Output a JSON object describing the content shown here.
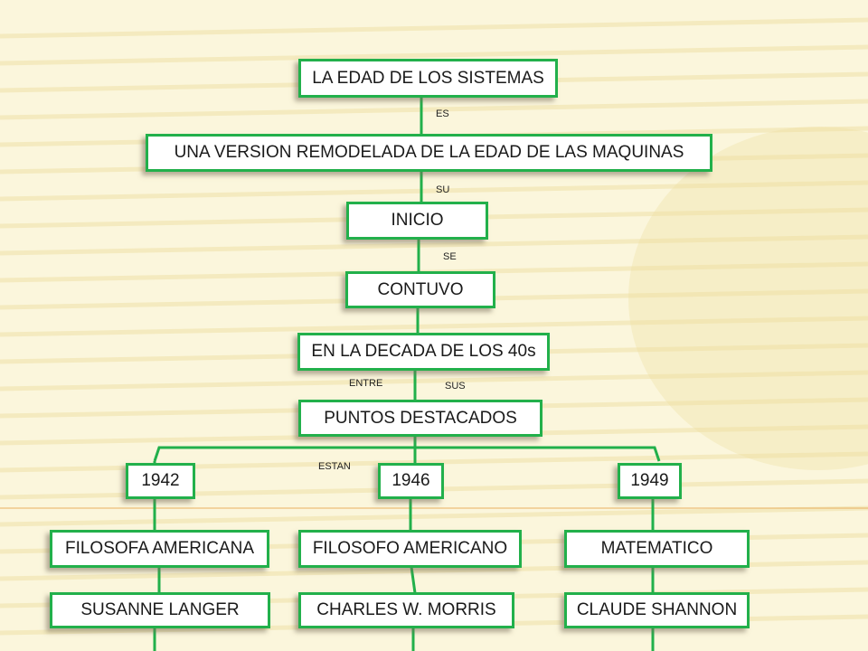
{
  "nodes": {
    "n1": "LA EDAD DE LOS SISTEMAS",
    "n2": "UNA VERSION REMODELADA DE LA EDAD DE LAS MAQUINAS",
    "n3": "INICIO",
    "n4": "CONTUVO",
    "n5": "EN LA DECADA DE LOS 40s",
    "n6": "PUNTOS DESTACADOS",
    "y1942": "1942",
    "y1946": "1946",
    "y1949": "1949",
    "role1": "FILOSOFA AMERICANA",
    "role2": "FILOSOFO AMERICANO",
    "role3": "MATEMATICO",
    "name1": "SUSANNE LANGER",
    "name2": "CHARLES W. MORRIS",
    "name3": "CLAUDE SHANNON"
  },
  "links": {
    "es": "ES",
    "su": "SU",
    "se": "SE",
    "entre": "ENTRE",
    "sus": "SUS",
    "estan": "ESTAN"
  },
  "colors": {
    "border": "#22b04b",
    "line": "#22b04b",
    "background": "#fbf6dc"
  }
}
